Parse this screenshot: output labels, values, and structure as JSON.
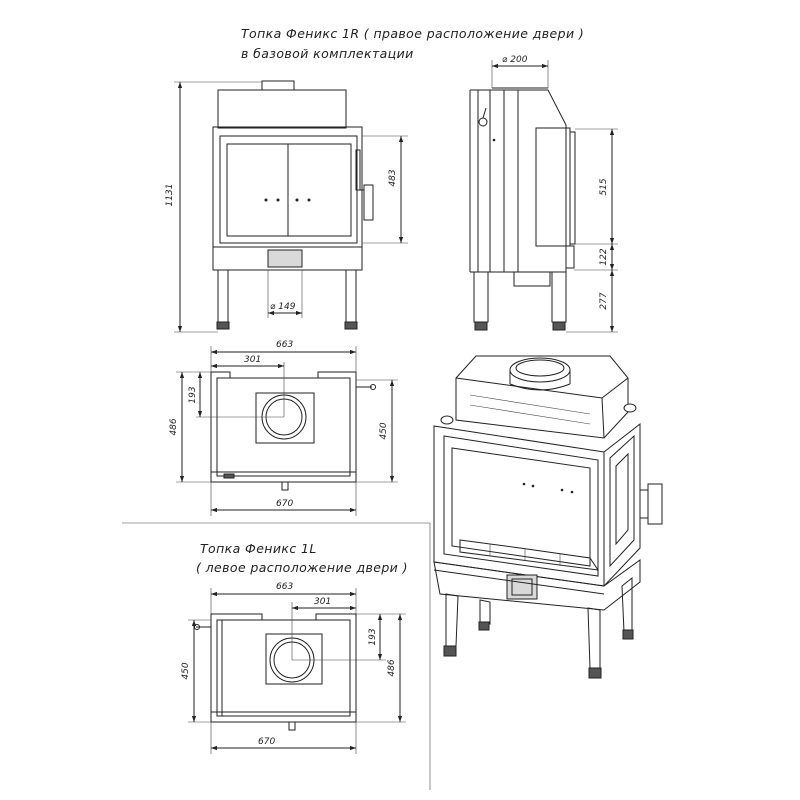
{
  "titles": {
    "right_line1": "Топка Феникс 1R ( правое расположение двери )",
    "right_line2": "в базовой комплектации",
    "left_line1": "Топка Феникс 1L",
    "left_line2": "( левое расположение двери )"
  },
  "front_view": {
    "height_total": "1131",
    "glass_height": "483",
    "flue_diameter": "⌀ 149"
  },
  "side_view": {
    "flue_diameter": "⌀ 200",
    "upper_height": "515",
    "middle_height": "122",
    "leg_height": "277"
  },
  "plan_right": {
    "width_top": "663",
    "offset_top": "301",
    "offset_side": "193",
    "depth_left": "486",
    "depth_right": "450",
    "width_bottom": "670"
  },
  "plan_left": {
    "width_top": "663",
    "offset_top": "301",
    "offset_side": "193",
    "depth_left": "450",
    "depth_right": "486",
    "width_bottom": "670"
  }
}
